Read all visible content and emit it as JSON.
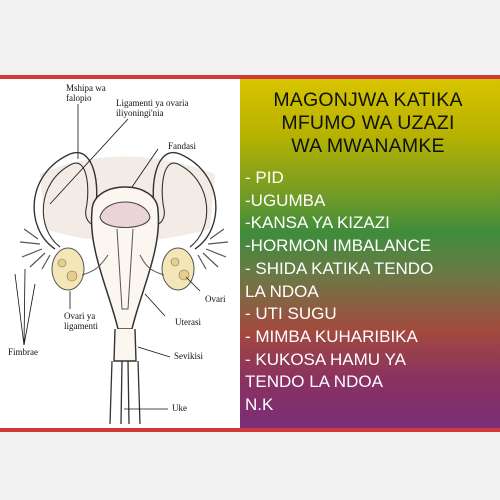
{
  "colors": {
    "border": "#d13a3a",
    "title_text": "#111111",
    "list_text": "#ffffff"
  },
  "diagram": {
    "labels": {
      "mshipa": [
        "Mshipa wa",
        "falopio"
      ],
      "ligamenti_ovaria": [
        "Ligamenti ya ovaria",
        "iliyoningi'nia"
      ],
      "fandasi": "Fandasi",
      "ovari_right": "Ovari",
      "ovari_left": [
        "Ovari ya",
        "ligamenti"
      ],
      "uterasi": "Uterasi",
      "fimbrae": "Fimbrae",
      "sevikisi": "Sevikisi",
      "uke": "Uke"
    }
  },
  "panel": {
    "title_lines": [
      "MAGONJWA KATIKA",
      "MFUMO WA UZAZI",
      "WA MWANAMKE"
    ],
    "list_lines": [
      "- PID",
      "-UGUMBA",
      "-KANSA YA KIZAZI",
      "-HORMON IMBALANCE",
      "- SHIDA KATIKA TENDO",
      "LA NDOA",
      "- UTI SUGU",
      "- MIMBA KUHARIBIKA",
      "- KUKOSA HAMU YA",
      "TENDO LA NDOA",
      "N.K"
    ]
  }
}
